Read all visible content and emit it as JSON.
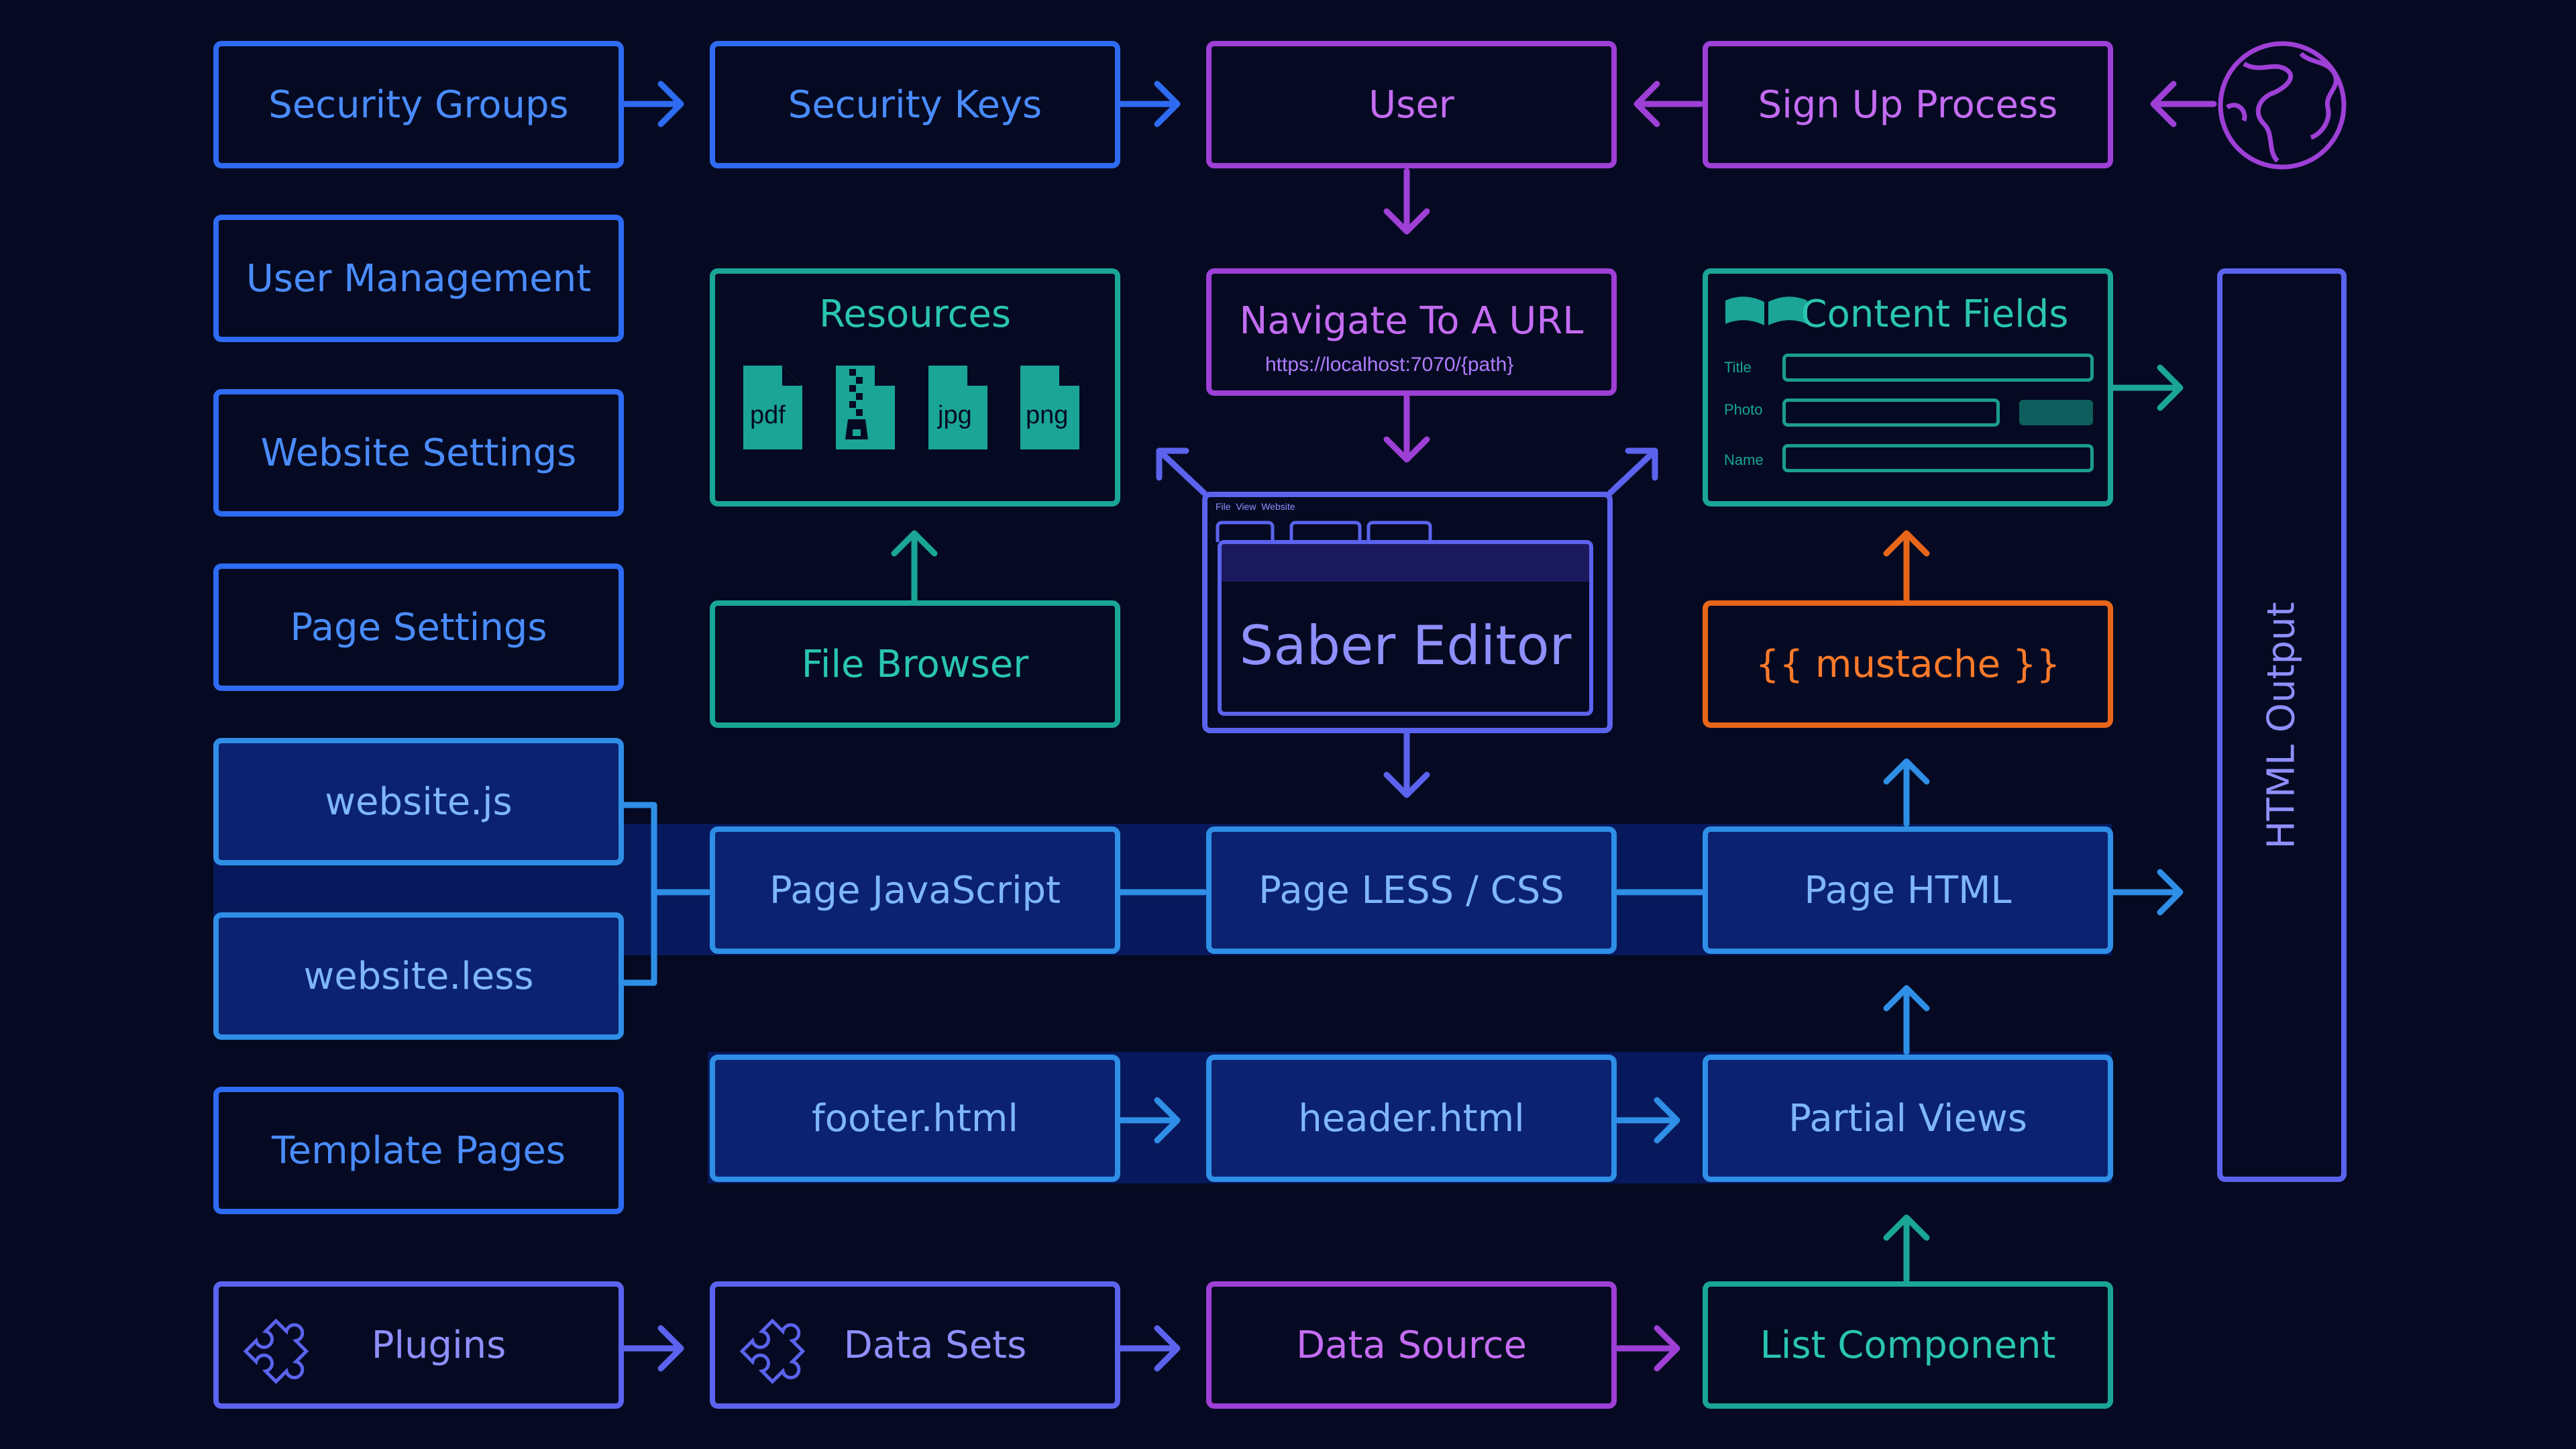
{
  "nodes": {
    "security_groups": "Security Groups",
    "security_keys": "Security Keys",
    "user": "User",
    "sign_up_process": "Sign Up Process",
    "user_management": "User Management",
    "website_settings": "Website Settings",
    "page_settings": "Page Settings",
    "website_js": "website.js",
    "website_less": "website.less",
    "template_pages": "Template Pages",
    "plugins": "Plugins",
    "data_sets": "Data Sets",
    "data_source": "Data Source",
    "list_component": "List Component",
    "resources": "Resources",
    "file_browser": "File Browser",
    "navigate_url": "Navigate To A URL",
    "navigate_url_path": "https://localhost:7070/{path}",
    "saber_editor": "Saber Editor",
    "editor_menu": "File  View  Website",
    "content_fields": "Content Fields",
    "mustache": "{{ mustache }}",
    "page_javascript": "Page JavaScript",
    "page_less_css": "Page LESS / CSS",
    "page_html": "Page HTML",
    "footer_html": "footer.html",
    "header_html": "header.html",
    "partial_views": "Partial Views",
    "html_output": "HTML Output"
  },
  "resources_files": [
    "pdf",
    "",
    "jpg",
    "png"
  ],
  "content_fields_labels": [
    "Title",
    "Photo",
    "Name"
  ],
  "icons": {
    "globe": "globe-icon",
    "book": "book-icon",
    "puzzle": "puzzle-icon",
    "zip": "zip-file-icon"
  },
  "colors": {
    "background": "#050a22",
    "blue": "#2e6bf2",
    "sky": "#2f8ee6",
    "purple": "#9e3fd6",
    "indigo": "#5b63ee",
    "teal": "#1aa596",
    "orange": "#e8661a"
  }
}
